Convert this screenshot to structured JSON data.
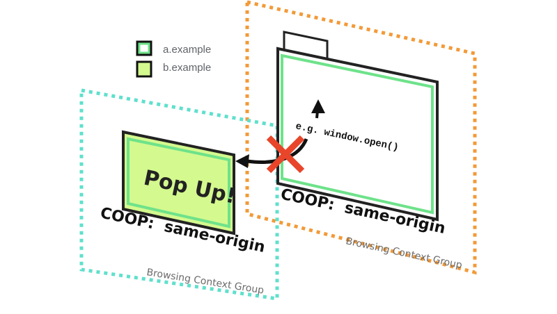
{
  "legend": [
    {
      "label": "a.example",
      "fill": "#ffffff",
      "border": "#6ee28a"
    },
    {
      "label": "b.example",
      "fill": "#d4f98e",
      "border": "#111111"
    }
  ],
  "right_group": {
    "label": "Browsing Context Group",
    "color": "#f29a38",
    "coop": "COOP:  same-origin"
  },
  "left_group": {
    "label": "Browsing Context Group",
    "color": "#5fe0cc",
    "coop": "COOP:  same-origin"
  },
  "opener_window": {
    "border": "#6ee28a"
  },
  "popup": {
    "label": "Pop Up!",
    "fill": "#d4f98e"
  },
  "action": {
    "label": "e.g.",
    "code": "window.open()",
    "blocked_color": "#e8452a"
  }
}
